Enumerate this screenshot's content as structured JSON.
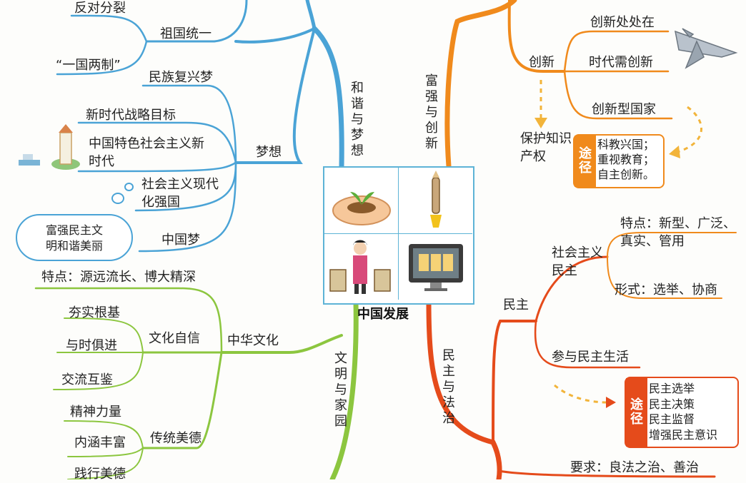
{
  "center": {
    "title": "中国发展"
  },
  "branches": {
    "harmony": {
      "title": "和谐与梦想",
      "unity": {
        "label": "祖国统一",
        "items": [
          "反对分裂",
          "“一国两制”"
        ]
      },
      "dream": {
        "label": "梦想",
        "items": [
          "民族复兴梦",
          "新时代战略目标",
          "中国特色社会主义新时代",
          "社会主义现代化强国",
          "中国梦"
        ]
      },
      "cloud_text": [
        "富强民主文",
        "明和谐美丽"
      ]
    },
    "prosperity": {
      "title": "富强与创新",
      "innovation": {
        "label": "创新",
        "items": [
          "创新处处在",
          "时代需创新",
          "创新型国家"
        ]
      },
      "ip": {
        "label": "保护知识产权"
      },
      "way": {
        "tag": "途径",
        "lines": [
          "科教兴国；",
          "重视教育；",
          "自主创新。"
        ]
      }
    },
    "culture": {
      "title": "文明与家园",
      "chinese_culture": {
        "label": "中华文化",
        "feature": "特点：源远流长、博大精深"
      },
      "confidence": {
        "label": "文化自信",
        "items": [
          "夯实根基",
          "与时俱进",
          "交流互鉴"
        ]
      },
      "virtue": {
        "label": "传统美德",
        "items": [
          "精神力量",
          "内涵丰富",
          "践行美德"
        ]
      }
    },
    "democracy": {
      "title": "民主与法治",
      "democracy": {
        "label": "民主"
      },
      "socialist": {
        "label": "社会主义民主",
        "feature": [
          "特点：新型、广泛、",
          "真实、管用"
        ],
        "form": "形式：选举、协商"
      },
      "participate": {
        "label": "参与民主生活"
      },
      "way": {
        "tag": "途径",
        "lines": [
          "民主选举",
          "民主决策",
          "民主监督",
          "增强民主意识"
        ]
      },
      "law": {
        "label": "要求：良法之治、善治"
      }
    }
  },
  "colors": {
    "blue": "#4aa3d6",
    "orange": "#f08a1c",
    "green": "#8cc63f",
    "red": "#e54b1b"
  }
}
